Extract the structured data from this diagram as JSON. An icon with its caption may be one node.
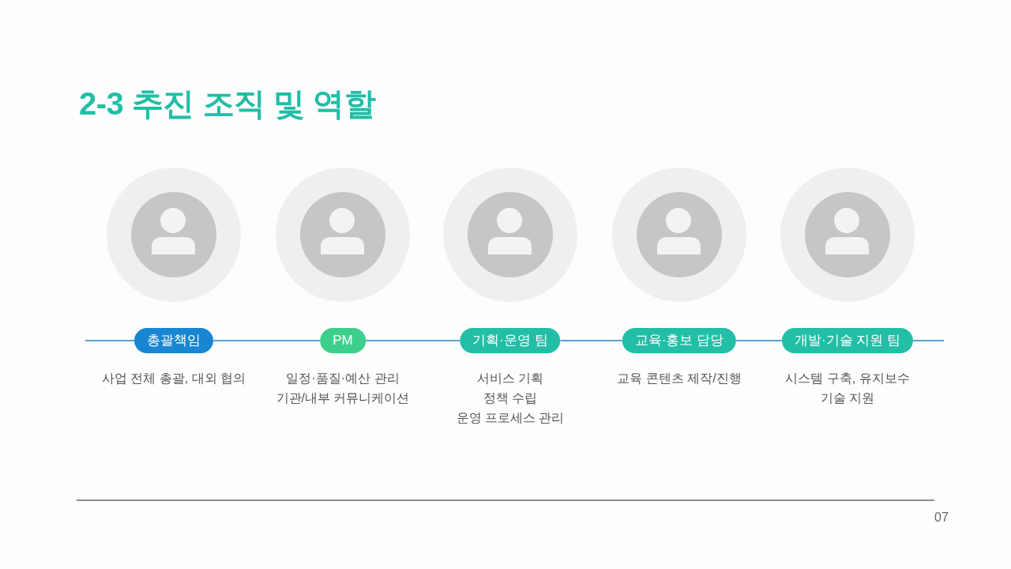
{
  "diagram": {
    "title": "2-3 추진 조직 및 역할",
    "nodes": [
      {
        "text": [
          "총괄책임"
        ],
        "beside": [
          "사업 전체 총괄, 대외 협의"
        ]
      },
      {
        "text": [
          "PM"
        ],
        "beside": [
          "일정·품질·예산 관리",
          "기관/내부 커뮤니케이션"
        ]
      },
      {
        "text": [
          "기획·운영 팀"
        ],
        "beside": [
          "서비스 기획",
          "정책 수립",
          "운영 프로세스 관리"
        ]
      },
      {
        "text": [
          "교육·홍보 담당"
        ],
        "beside": [
          "교육 콘텐츠 제작/진행"
        ]
      },
      {
        "text": [
          "개발·기술 지원 팀"
        ],
        "beside": [
          "시스템 구축, 유지보수",
          "기술 지원"
        ]
      }
    ],
    "edges": [
      {
        "from": null,
        "to": 0,
        "arrow": "none"
      },
      {
        "from": 0,
        "to": 1,
        "arrow": "none"
      },
      {
        "from": 1,
        "to": 2,
        "arrow": "none"
      },
      {
        "from": 2,
        "to": 3,
        "arrow": "none"
      },
      {
        "from": 3,
        "to": 4,
        "arrow": "none"
      },
      {
        "from": 4,
        "to": null,
        "arrow": "none"
      }
    ],
    "labels": [
      "07"
    ]
  }
}
